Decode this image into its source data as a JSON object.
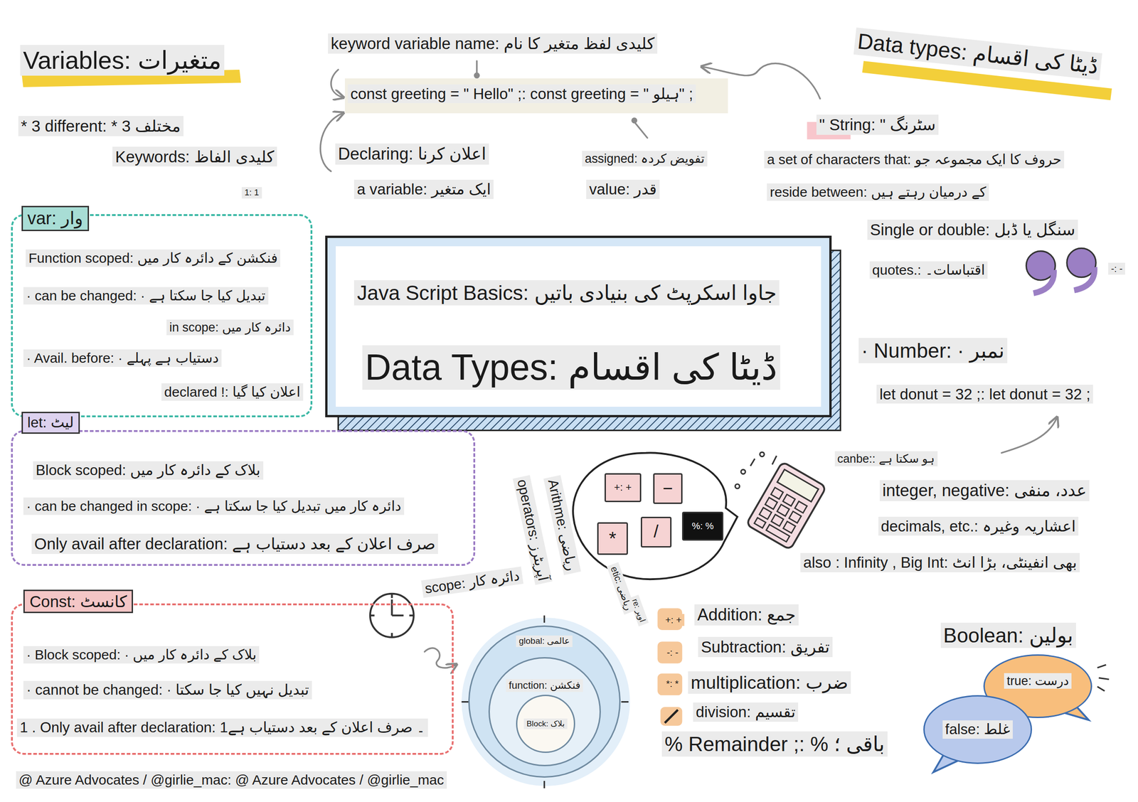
{
  "diagram": {
    "title": "Data Types: ڈیٹا کی اقسام",
    "nodes": [
      {
        "text": [
          "var: وار",
          "Function scoped: فنکشن کے دائرہ کار میں",
          "· can be changed: · تبدیل کیا جا سکتا ہے",
          "in scope: دائرہ کار میں",
          "· Avail. before: · دستیاب ہے پہلے",
          "declared !: اعلان کیا گیا"
        ]
      },
      {
        "text": [
          "let: لیٹ",
          "Block scoped: بلاک کے دائرہ کار میں",
          "· can be changed in scope: · دائرہ کار میں تبدیل کیا جا سکتا ہے",
          "Only avail after declaration: صرف اعلان کے بعد دستیاب ہے"
        ]
      },
      {
        "text": [
          "Const: کانسٹ",
          "· Block scoped: · بلاک کے دائرہ کار میں",
          "· cannot be changed: · تبدیل نہیں کیا جا سکتا",
          "1 . Only avail after declaration: 1۔ صرف اعلان کے بعد دستیاب ہے"
        ]
      },
      {
        "text": [
          "const greeting = \" Hello\" ;: const greeting = \" ہیلو\" ;"
        ]
      },
      {
        "text": [
          "Java Script Basics: جاوا اسکرپٹ کی بنیادی باتیں"
        ]
      },
      {
        "text": [
          "+: +"
        ]
      },
      {
        "text": [
          "−"
        ]
      },
      {
        "text": [
          "*"
        ]
      },
      {
        "text": [
          "/"
        ]
      },
      {
        "text": [
          "%: %"
        ]
      },
      {
        "text": [
          "global: عالمی"
        ]
      },
      {
        "text": [
          "function: فنکشن"
        ],
        "in": 10
      },
      {
        "text": [
          "Block: بلاک"
        ],
        "in": 11
      },
      {
        "text": [
          "true: درست"
        ]
      },
      {
        "text": [
          "false: غلط"
        ]
      }
    ],
    "labels": [
      "Variables: متغیرات",
      "* 3 different: * 3 مختلف",
      "Keywords: کلیدی الفاظ",
      "1: 1",
      "keyword variable name: کلیدی لفظ متغیر کا نام",
      "Declaring: اعلان کرنا",
      "a variable: ایک متغیر",
      "assigned: تفویض کردہ",
      "value: قدر",
      "Data types: ڈیٹا کی اقسام",
      "\" String: \" سٹرنگ",
      "a set of characters that: حروف کا ایک مجموعہ جو",
      "reside between: کے درمیان رہتے ہیں",
      "Single or double: سنگل یا ڈبل",
      "quotes.: اقتباسات۔",
      "-: -",
      "· Number: · نمبر",
      "let donut = 32 ;: let donut = 32 ;",
      "canbe:: ہو سکتا ہے",
      "integer, negative: عدد، منفی",
      "decimals, etc.: اعشاریہ وغیرہ",
      "also : Infinity , Big Int: بھی انفینٹی، بڑا انٹ",
      "Arithme: ریاضی",
      "operators: آپریٹرز",
      "etic: ریاضی",
      "re: اوپر",
      "scope: دائرہ کار",
      "+: +",
      "-: -",
      "*: *",
      "Addition: جمع",
      "Subtraction: تفریق",
      "multiplication: ضرب",
      "division: تقسیم",
      "% Remainder ;: % باقی ؛",
      "Boolean: بولین",
      "@ Azure Advocates / @girlie_mac: @ Azure Advocates / @girlie_mac"
    ]
  }
}
